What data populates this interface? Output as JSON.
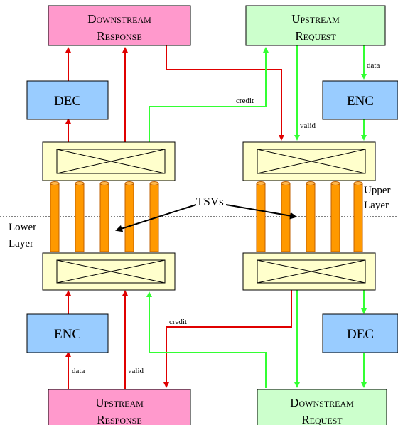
{
  "blocks": {
    "downstream_response_top": {
      "line1": "Downstream",
      "line2": "Response"
    },
    "upstream_request_top": {
      "line1": "Upstream",
      "line2": "Request"
    },
    "upstream_response_bottom": {
      "line1": "Upstream",
      "line2": "Response"
    },
    "downstream_request_bottom": {
      "line1": "Downstream",
      "line2": "Request"
    },
    "dec_left": "DEC",
    "enc_right_top": "ENC",
    "enc_left_bottom": "ENC",
    "dec_right_bottom": "DEC"
  },
  "labels": {
    "data_top": "data",
    "credit_top": "credit",
    "valid_top": "valid",
    "tsvs": "TSVs",
    "upper": "Upper",
    "upper_layer": "Layer",
    "lower": "Lower",
    "lower_layer": "Layer",
    "credit_bottom": "credit",
    "data_bottom": "data",
    "valid_bottom": "valid"
  },
  "colors": {
    "pink": "#ff99cc",
    "green_light": "#ccffcc",
    "blue": "#99ccff",
    "yellow": "#ffffcc",
    "orange": "#ff9900",
    "red": "#e00000",
    "green": "#33ff33"
  }
}
